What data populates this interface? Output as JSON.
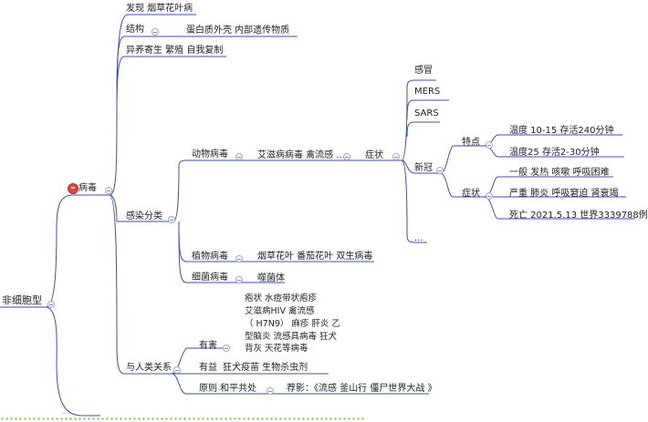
{
  "root": "非细胞型",
  "main": {
    "label": "病毒",
    "icon": "sad-face-icon"
  },
  "branches": {
    "discovery": "发现   烟草花叶病",
    "structure": "结构",
    "structure_detail": "蛋白质外壳   内部遗传物质",
    "reproduction": "异养寄生  繁殖 自我复制",
    "classification": "感染分类",
    "animal_virus": "动物病毒",
    "animal_examples": "艾滋病病毒   禽流感  ...",
    "symptoms": "症状",
    "symptom_items": [
      "感冒",
      "MERS",
      "SARS",
      "新冠",
      "..."
    ],
    "features": "特点",
    "feature_items": [
      "温度 10-15  存活240分钟",
      "温度25  存活2-30分钟"
    ],
    "symptom_label": "症状",
    "symptom_detail_items": [
      "一般  发热 咳嗽 呼吸困难",
      "严重  肺炎 呼吸窘迫  肾衰竭",
      "死亡  2021.5.13  世界3339788例"
    ],
    "plant_virus": "植物病毒",
    "plant_examples": "烟草花叶  番茄花叶   双生病毒",
    "bacteria_virus": "细菌病毒",
    "bacteria_examples": "噬菌体",
    "human": "与人类关系",
    "harmful": "有害",
    "harmful_lines": [
      "疱状 水痘带状疱疹",
      "艾滋病HIV  禽流感",
      "（ H7N9）   麻疹  肝炎  乙",
      "型脑炎  流感具病毒  狂犬",
      "背灰  天花等病毒"
    ],
    "beneficial": "有益",
    "beneficial_detail": "狂犬疫苗   生物杀虫剂",
    "principle": "原则   和平共处",
    "movie": "荐影：《流感  釜山行  僵尸世界大战 》"
  },
  "colors": {
    "line": "#3d4fb0",
    "emoji": "#e0463c",
    "dots": "#6fbf3a"
  }
}
